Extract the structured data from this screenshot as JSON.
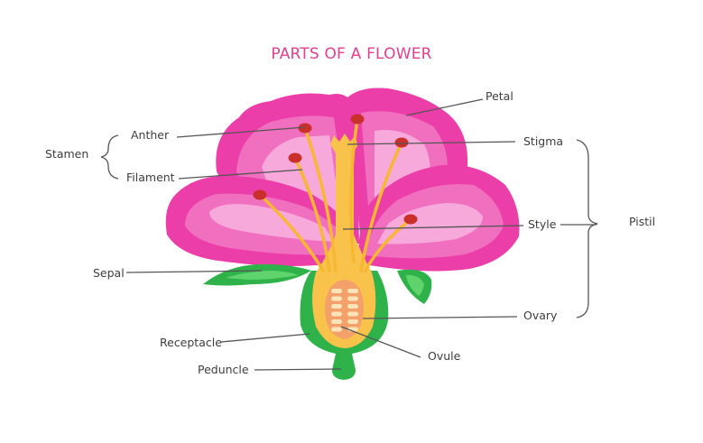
{
  "title": "PARTS OF A FLOWER",
  "colors": {
    "title": "#e0408f",
    "label": "#3d3d3d",
    "leader": "#555555",
    "petal_outer": "#ec3ea9",
    "petal_mid": "#f06fbf",
    "petal_inner": "#f7a9dc",
    "filament": "#f7b733",
    "anther": "#c9302c",
    "pistil": "#f9c24a",
    "ovary_inner": "#f4a06a",
    "ovule": "#fde3b8",
    "green": "#2fb24a",
    "green_light": "#5fd46c"
  },
  "labels": {
    "anther": "Anther",
    "filament": "Filament",
    "stamen": "Stamen",
    "petal": "Petal",
    "stigma": "Stigma",
    "style": "Style",
    "pistil": "Pistil",
    "sepal": "Sepal",
    "ovary": "Ovary",
    "receptacle": "Receptacle",
    "ovule": "Ovule",
    "peduncle": "Peduncle"
  },
  "groups": {
    "stamen": [
      "Anther",
      "Filament"
    ],
    "pistil": [
      "Stigma",
      "Style",
      "Ovary"
    ]
  }
}
